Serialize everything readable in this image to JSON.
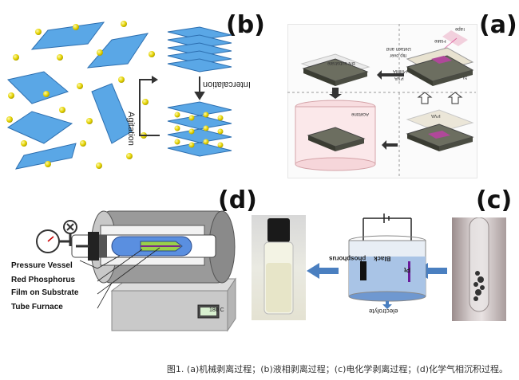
{
  "panels": {
    "top_right": {
      "letter": "(a)",
      "labels": {
        "tape": "Tape",
        "flake": "Flake",
        "detach": "Detach and",
        "flip": "flip over",
        "pmma": "PMMA",
        "pva1": "PVA",
        "si": "Si",
        "bn": "BN substrate",
        "acetone": "Acetone",
        "pva2": "PVA"
      }
    },
    "top_left": {
      "letter": "(b)",
      "labels": {
        "intercalation": "Intercalation",
        "agitation": "Agitation"
      }
    },
    "bottom_right": {
      "letter": "(c)",
      "labels": {
        "black": "Black",
        "phosphorus": "phosphorus",
        "pt": "Pt",
        "electrolyte": "electrolyte"
      }
    },
    "bottom_left": {
      "letter": "(d)",
      "labels": {
        "pressure": "Pressure Vessel",
        "red": "Red Phosphorus",
        "film": "Film on Substrate",
        "tube": "Tube Furnace",
        "display": "180 C"
      }
    }
  },
  "caption": "图1. (a)机械剥离过程；(b)液相剥离过程；(c)电化学剥离过程；(d)化学气相沉积过程。"
}
